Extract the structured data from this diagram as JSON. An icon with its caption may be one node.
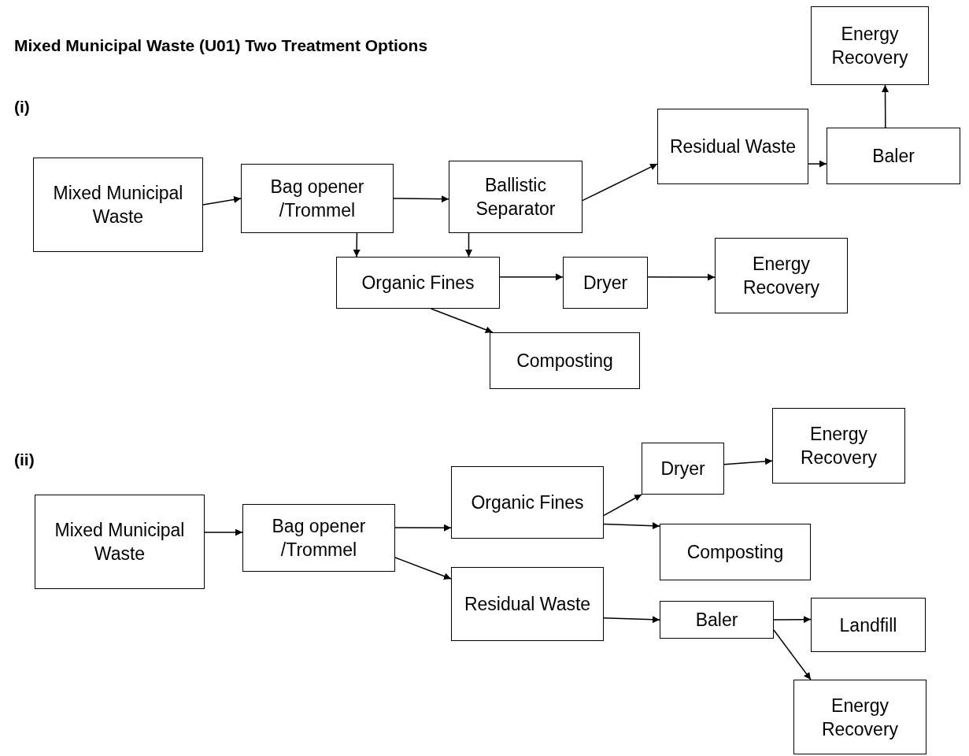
{
  "diagram": {
    "title": "Mixed Municipal Waste (U01) Two Treatment Options",
    "nodes": [
      {
        "text": [
          "Energy Recovery"
        ]
      },
      {
        "text": [
          "Mixed Municipal Waste"
        ]
      },
      {
        "text": [
          "Bag opener /Trommel"
        ]
      },
      {
        "text": [
          "Ballistic Separator"
        ]
      },
      {
        "text": [
          "Residual Waste"
        ]
      },
      {
        "text": [
          "Baler"
        ]
      },
      {
        "text": [
          "Organic Fines"
        ]
      },
      {
        "text": [
          "Dryer"
        ]
      },
      {
        "text": [
          "Energy Recovery"
        ]
      },
      {
        "text": [
          "Composting"
        ]
      },
      {
        "text": [
          "Mixed Municipal Waste"
        ]
      },
      {
        "text": [
          "Bag opener /Trommel"
        ]
      },
      {
        "text": [
          "Organic Fines"
        ]
      },
      {
        "text": [
          "Dryer"
        ]
      },
      {
        "text": [
          "Energy Recovery"
        ]
      },
      {
        "text": [
          "Composting"
        ]
      },
      {
        "text": [
          "Residual Waste"
        ]
      },
      {
        "text": [
          "Baler"
        ]
      },
      {
        "text": [
          "Landfill"
        ]
      },
      {
        "text": [
          "Energy Recovery"
        ]
      }
    ],
    "edges": [
      {
        "from": 1,
        "to": 2,
        "arrow": "to"
      },
      {
        "from": 2,
        "to": 3,
        "arrow": "to"
      },
      {
        "from": 2,
        "to": 6,
        "arrow": "to"
      },
      {
        "from": 3,
        "to": 6,
        "arrow": "to"
      },
      {
        "from": 3,
        "to": 4,
        "arrow": "to"
      },
      {
        "from": 4,
        "to": 5,
        "arrow": "to"
      },
      {
        "from": 5,
        "to": 0,
        "arrow": "to"
      },
      {
        "from": 6,
        "to": 7,
        "arrow": "to"
      },
      {
        "from": 7,
        "to": 8,
        "arrow": "to"
      },
      {
        "from": 6,
        "to": 9,
        "arrow": "to"
      },
      {
        "from": 10,
        "to": 11,
        "arrow": "to"
      },
      {
        "from": 11,
        "to": 12,
        "arrow": "to"
      },
      {
        "from": 11,
        "to": 16,
        "arrow": "to"
      },
      {
        "from": 12,
        "to": 13,
        "arrow": "to"
      },
      {
        "from": 12,
        "to": 15,
        "arrow": "to"
      },
      {
        "from": 13,
        "to": 14,
        "arrow": "to"
      },
      {
        "from": 16,
        "to": 17,
        "arrow": "to"
      },
      {
        "from": 17,
        "to": 18,
        "arrow": "to"
      },
      {
        "from": 17,
        "to": 19,
        "arrow": "to"
      }
    ],
    "labels": [
      "(i)",
      "(ii)"
    ]
  }
}
